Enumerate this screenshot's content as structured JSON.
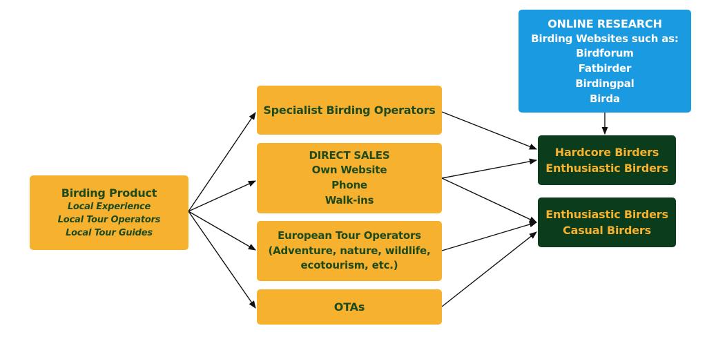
{
  "colors": {
    "orange_fill": "#f6b12e",
    "orange_text": "#1e4a1c",
    "dark_green_fill": "#0b3d1c",
    "dark_green_text": "#f6b12e",
    "blue_fill": "#1a9ae0",
    "blue_text": "#ffffff",
    "arrow": "#111111"
  },
  "nodes": {
    "product": {
      "title": "Birding Product",
      "items": [
        "Local Experience",
        "Local Tour Operators",
        "Local Tour Guides"
      ]
    },
    "specialist": {
      "title": "Specialist Birding Operators"
    },
    "direct": {
      "title": "DIRECT SALES",
      "items": [
        "Own Website",
        "Phone",
        "Walk-ins"
      ]
    },
    "european": {
      "title": "European Tour Operators",
      "items": [
        "(Adventure, nature, wildlife,",
        "ecotourism, etc.)"
      ]
    },
    "otas": {
      "title": "OTAs"
    },
    "research": {
      "title": "ONLINE RESEARCH",
      "subtitle": "Birding Websites such as:",
      "items": [
        "Birdforum",
        "Fatbirder",
        "Birdingpal",
        "Birda"
      ]
    },
    "segment1": {
      "items": [
        "Hardcore Birders",
        "Enthusiastic Birders"
      ]
    },
    "segment2": {
      "items": [
        "Enthusiastic Birders",
        "Casual Birders"
      ]
    }
  },
  "edges": [
    {
      "from": "product",
      "to": "specialist"
    },
    {
      "from": "product",
      "to": "direct"
    },
    {
      "from": "product",
      "to": "european"
    },
    {
      "from": "product",
      "to": "otas"
    },
    {
      "from": "specialist",
      "to": "segment1"
    },
    {
      "from": "direct",
      "to": "segment1"
    },
    {
      "from": "direct",
      "to": "segment2"
    },
    {
      "from": "european",
      "to": "segment2"
    },
    {
      "from": "otas",
      "to": "segment2"
    },
    {
      "from": "research",
      "to": "segment1"
    }
  ]
}
